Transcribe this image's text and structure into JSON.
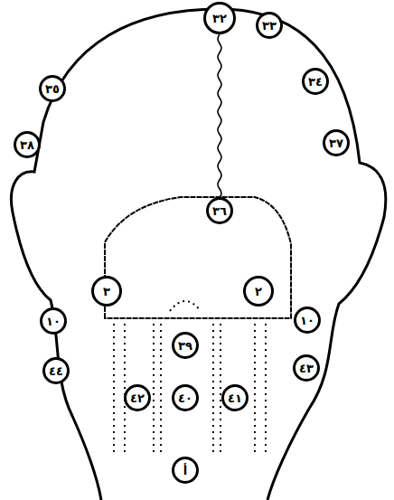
{
  "diagram": {
    "nodes": [
      {
        "text": [
          "٣٢"
        ]
      },
      {
        "text": [
          "٣٣"
        ]
      },
      {
        "text": [
          "٣٤"
        ]
      },
      {
        "text": [
          "٣٧"
        ]
      },
      {
        "text": [
          "٣٥"
        ]
      },
      {
        "text": [
          "٣٨"
        ]
      },
      {
        "text": [
          "٣٦"
        ]
      },
      {
        "text": [
          "٣"
        ]
      },
      {
        "text": [
          "٢"
        ]
      },
      {
        "text": [
          "١٠"
        ]
      },
      {
        "text": [
          "١٠"
        ]
      },
      {
        "text": [
          "٤٤"
        ]
      },
      {
        "text": [
          "٤٣"
        ]
      },
      {
        "text": [
          "٣٩"
        ]
      },
      {
        "text": [
          "٤٢"
        ]
      },
      {
        "text": [
          "٤٠"
        ]
      },
      {
        "text": [
          "٤١"
        ]
      },
      {
        "text": [
          "أ"
        ]
      }
    ],
    "edges": [
      {
        "from": 0,
        "to": 6,
        "arrow": "none"
      }
    ]
  }
}
